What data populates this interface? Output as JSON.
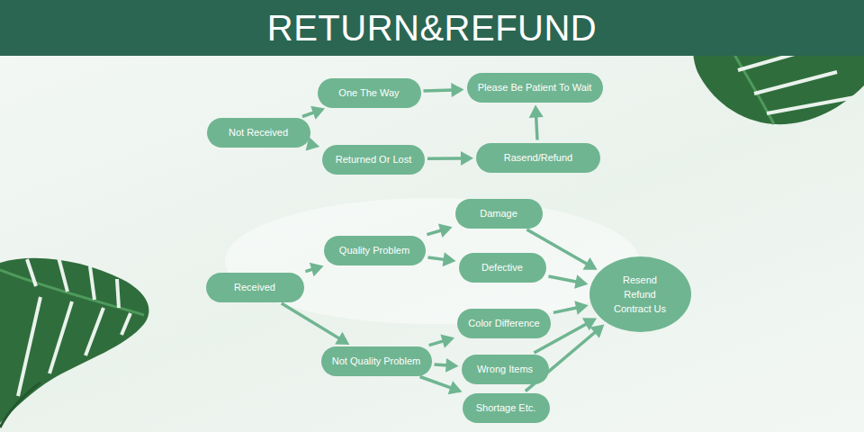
{
  "diagram": {
    "title": "RETURN&REFUND",
    "nodes": [
      {
        "text": [
          "Not Received"
        ]
      },
      {
        "text": [
          "One The Way"
        ]
      },
      {
        "text": [
          "Please Be Patient To Wait"
        ]
      },
      {
        "text": [
          "Returned Or Lost"
        ]
      },
      {
        "text": [
          "Rasend/Refund"
        ]
      },
      {
        "text": [
          "Received"
        ]
      },
      {
        "text": [
          "Quality Problem"
        ]
      },
      {
        "text": [
          "Damage"
        ]
      },
      {
        "text": [
          "Defective"
        ]
      },
      {
        "text": [
          "Not Quality Problem"
        ]
      },
      {
        "text": [
          "Color Difference"
        ]
      },
      {
        "text": [
          "Wrong Items"
        ]
      },
      {
        "text": [
          "Shortage Etc."
        ]
      },
      {
        "text": [
          "Resend",
          "Refund",
          "Contract Us"
        ]
      }
    ],
    "edges": [
      {
        "from": 0,
        "to": 1,
        "arrow": "to"
      },
      {
        "from": 0,
        "to": 3,
        "arrow": "to"
      },
      {
        "from": 1,
        "to": 2,
        "arrow": "to"
      },
      {
        "from": 3,
        "to": 4,
        "arrow": "to"
      },
      {
        "from": 4,
        "to": 2,
        "arrow": "to"
      },
      {
        "from": 5,
        "to": 6,
        "arrow": "to"
      },
      {
        "from": 5,
        "to": 9,
        "arrow": "to"
      },
      {
        "from": 6,
        "to": 7,
        "arrow": "to"
      },
      {
        "from": 6,
        "to": 8,
        "arrow": "to"
      },
      {
        "from": 9,
        "to": 10,
        "arrow": "to"
      },
      {
        "from": 9,
        "to": 11,
        "arrow": "to"
      },
      {
        "from": 9,
        "to": 12,
        "arrow": "to"
      },
      {
        "from": 7,
        "to": 13,
        "arrow": "to"
      },
      {
        "from": 8,
        "to": 13,
        "arrow": "to"
      },
      {
        "from": 10,
        "to": 13,
        "arrow": "to"
      },
      {
        "from": 11,
        "to": 13,
        "arrow": "to"
      },
      {
        "from": 12,
        "to": 13,
        "arrow": "to"
      }
    ]
  }
}
